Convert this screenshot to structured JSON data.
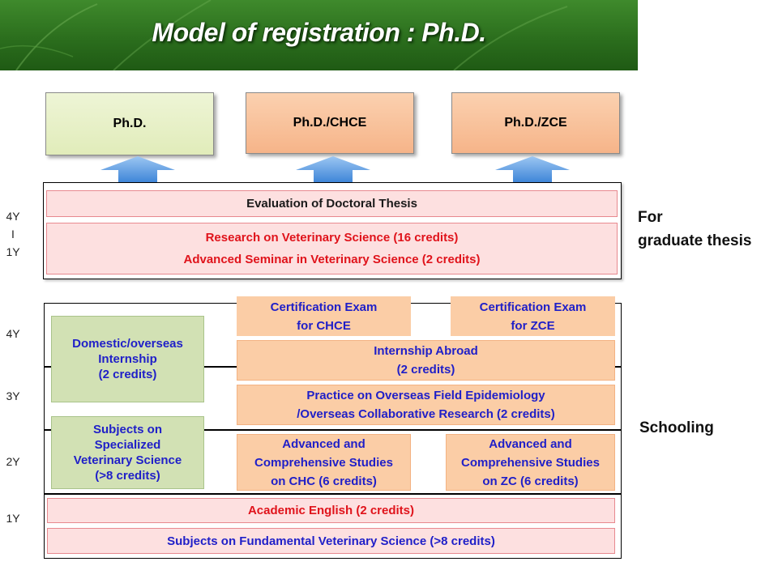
{
  "title": "Model of registration : Ph.D.",
  "degrees": [
    "Ph.D.",
    "Ph.D./CHCE",
    "Ph.D./ZCE"
  ],
  "thesis": {
    "evaluation": "Evaluation of Doctoral Thesis",
    "research": "Research on Veterinary Science (16 credits)",
    "seminar": "Advanced Seminar in Veterinary Science (2 credits)"
  },
  "thesis_years": [
    "4Y",
    "I",
    "1Y"
  ],
  "labels": {
    "graduate_line1": "For",
    "graduate_line2": "graduate thesis",
    "schooling": "Schooling"
  },
  "school_years": [
    "4Y",
    "3Y",
    "2Y",
    "1Y"
  ],
  "schooling": {
    "cert_chce": [
      "Certification Exam",
      "for CHCE"
    ],
    "cert_zce": [
      "Certification Exam",
      "for ZCE"
    ],
    "internship_domestic": [
      "Domestic/overseas",
      "Internship",
      "(2 credits)"
    ],
    "internship_abroad": [
      "Internship Abroad",
      "(2 credits)"
    ],
    "practice": [
      "Practice on Overseas Field Epidemiology",
      "/Overseas Collaborative Research (2 credits)"
    ],
    "specialized": [
      "Subjects on",
      "Specialized",
      "Veterinary  Science",
      "(>8 credits)"
    ],
    "adv_chc": [
      "Advanced and",
      "Comprehensive Studies",
      "on CHC (6 credits)"
    ],
    "adv_zc": [
      "Advanced and",
      "Comprehensive Studies",
      "on ZC (6 credits)"
    ],
    "academic_english": "Academic English (2 credits)",
    "fundamental": "Subjects on Fundamental Veterinary Science (>8 credits)"
  },
  "colors": {
    "header_green": "#2b6e1d",
    "red_text": "#e0131b",
    "blue_text": "#1f1fc8",
    "pink_fill": "#fde0e0",
    "orange_fill": "#fbcda6",
    "green_fill": "#d2e1b4"
  }
}
